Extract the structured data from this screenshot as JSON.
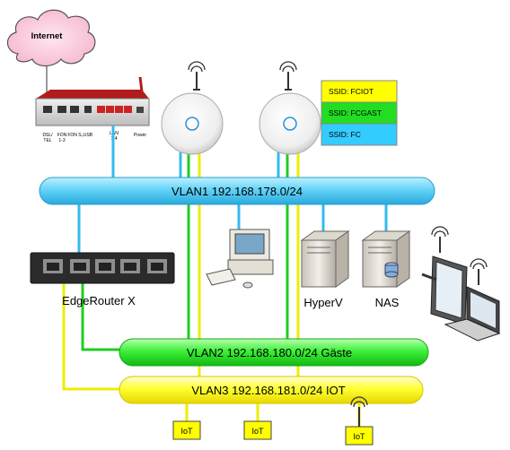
{
  "internet": {
    "label": "Internet"
  },
  "router_ports": {
    "dsl": "DSL/",
    "tel": "TEL",
    "fon1": "FON",
    "fon1_sub": "1-3",
    "fon2": "FON S₀",
    "usb": "USB",
    "lan": "LAN",
    "lan_sub": "1-4",
    "power": "Power"
  },
  "ssid_legend": [
    {
      "label": "SSID: FCIOT",
      "color": "#ffff00"
    },
    {
      "label": "SSID: FCGAST",
      "color": "#22dd22"
    },
    {
      "label": "SSID: FC",
      "color": "#33ccff"
    }
  ],
  "vlans": [
    {
      "label": "VLAN1 192.168.178.0/24",
      "color": "#5fd0f5"
    },
    {
      "label": "VLAN2 192.168.180.0/24  Gäste",
      "color": "#33ee33"
    },
    {
      "label": "VLAN3 192.168.181.0/24  IOT",
      "color": "#ffff22"
    }
  ],
  "devices": {
    "edgerouter": "EdgeRouter X",
    "hyperv": "HyperV",
    "nas": "NAS"
  },
  "iot_boxes": [
    "IoT",
    "IoT",
    "IoT"
  ],
  "colors": {
    "vlan1_line": "#33bbee",
    "vlan2_line": "#22cc22",
    "vlan3_line": "#eeee00"
  }
}
